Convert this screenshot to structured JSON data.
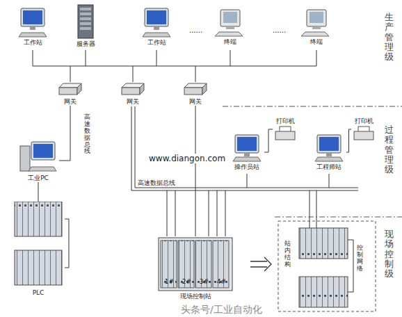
{
  "diagram": {
    "nodes": [
      {
        "text": [
          "工作站"
        ]
      },
      {
        "text": [
          "服务器"
        ]
      },
      {
        "text": [
          "工作站"
        ]
      },
      {
        "text": [
          "终端"
        ]
      },
      {
        "text": [
          "终端"
        ]
      },
      {
        "text": [
          "网关"
        ]
      },
      {
        "text": [
          "网关"
        ]
      },
      {
        "text": [
          "网关"
        ]
      },
      {
        "text": [
          "工业PC"
        ]
      },
      {
        "text": [
          "PLC"
        ]
      },
      {
        "text": [
          "打印机"
        ]
      },
      {
        "text": [
          "操作员站"
        ]
      },
      {
        "text": [
          "打印机"
        ]
      },
      {
        "text": [
          "工程师站"
        ]
      },
      {
        "text": [
          "现场控制站"
        ]
      },
      {
        "text": [
          "1#"
        ],
        "in": 14
      },
      {
        "text": [
          "2#"
        ],
        "in": 14
      },
      {
        "text": [
          "3#"
        ],
        "in": 14
      },
      {
        "text": [
          "4#"
        ],
        "in": 14
      }
    ],
    "edges": [
      {
        "from": 5,
        "to": 8,
        "arrow": "none"
      },
      {
        "from": 8,
        "to": 9,
        "arrow": "none"
      },
      {
        "from": 7,
        "to": 14,
        "arrow": "none"
      },
      {
        "from": 11,
        "to": 10,
        "arrow": "none"
      },
      {
        "from": 13,
        "to": 12,
        "arrow": "none"
      }
    ],
    "labels": [
      "......",
      "......",
      "生产管理级",
      "高速数据总线",
      "过程管理级",
      "www.diangon.com",
      "高速数据总线",
      "站内结构",
      "控制网络",
      "现场控制级",
      "头条号/工业自动化"
    ]
  }
}
